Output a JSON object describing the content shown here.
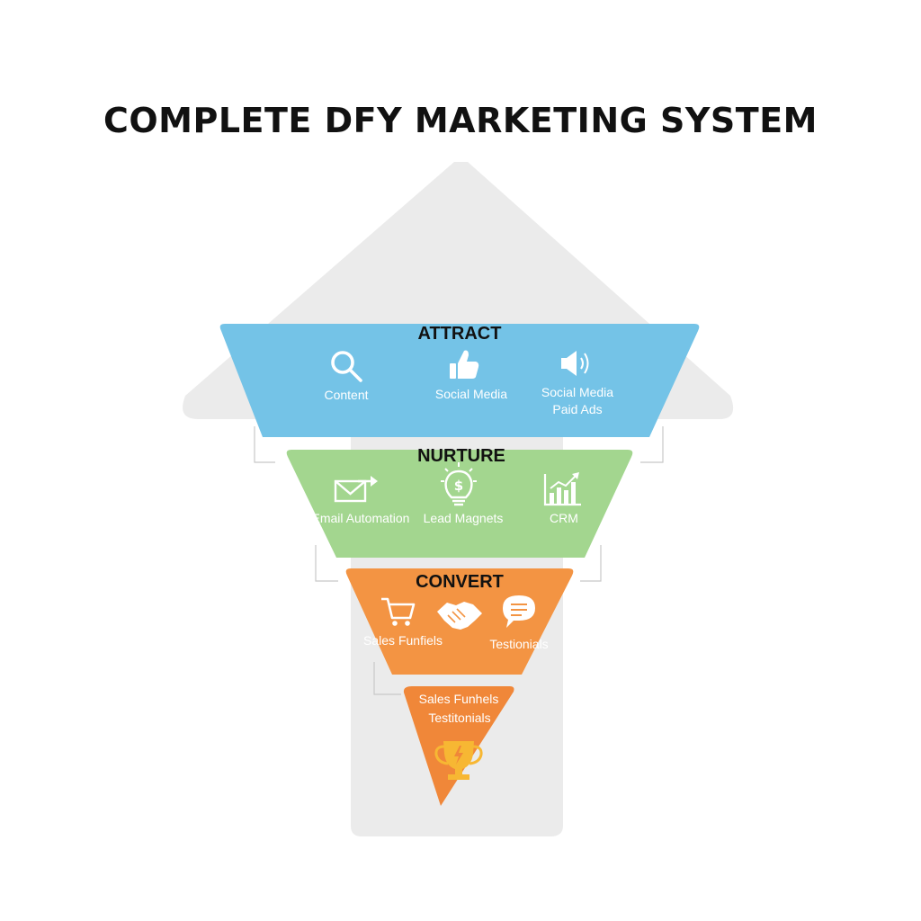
{
  "title": "COMPLETE DFY MARKETING SYSTEM",
  "colors": {
    "arrow": "#ebebeb",
    "attract": "#74c3e7",
    "nurture": "#a3d68f",
    "convert": "#f39443",
    "result": "#f08739",
    "icon": "#ffffff",
    "trophy": "#f7b733"
  },
  "stages": {
    "attract": {
      "title": "ATTRACT",
      "items": [
        {
          "label": "Content",
          "icon": "search-icon"
        },
        {
          "label": "Social Media",
          "icon": "thumbs-up-icon"
        },
        {
          "label": "Social Media",
          "label2": "Paid Ads",
          "icon": "megaphone-icon"
        }
      ]
    },
    "nurture": {
      "title": "NURTURE",
      "items": [
        {
          "label": "Email Automation",
          "icon": "email-icon"
        },
        {
          "label": "Lead Magnets",
          "icon": "lightbulb-dollar-icon"
        },
        {
          "label": "CRM",
          "icon": "bar-chart-icon"
        }
      ]
    },
    "convert": {
      "title": "CONVERT",
      "items": [
        {
          "label": "Sales Funfiels",
          "icon": "shopping-cart-icon"
        },
        {
          "label": "",
          "icon": "handshake-icon"
        },
        {
          "label": "Testionials",
          "icon": "chat-bubble-icon"
        }
      ]
    },
    "result": {
      "line1": "Sales Funhels",
      "line2": "Testitonials",
      "icon": "trophy-icon"
    }
  }
}
